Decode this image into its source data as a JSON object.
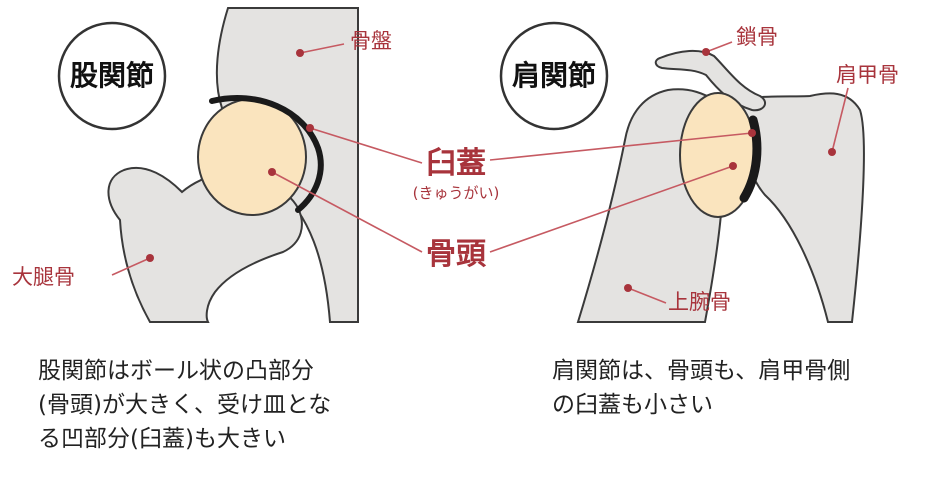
{
  "colors": {
    "bone": "#e4e3e1",
    "bone_outline": "#3a3a3a",
    "head_fill": "#fae4be",
    "accent": "#a8343c",
    "leader": "#c65a62",
    "dark_rim": "#1a1a1a"
  },
  "left_panel": {
    "title": "股関節",
    "labels": {
      "pelvis": "骨盤",
      "femur": "大腿骨"
    },
    "caption": "股関節はボール状の凸部分\n(骨頭)が大きく、受け皿とな\nる凹部分(臼蓋)も大きい"
  },
  "right_panel": {
    "title": "肩関節",
    "labels": {
      "clavicle": "鎖骨",
      "scapula": "肩甲骨",
      "humerus": "上腕骨"
    },
    "caption": "肩関節は、骨頭も、肩甲骨側\nの臼蓋も小さい"
  },
  "center_labels": {
    "socket": "臼蓋",
    "socket_reading": "(きゅうがい)",
    "head": "骨頭"
  }
}
